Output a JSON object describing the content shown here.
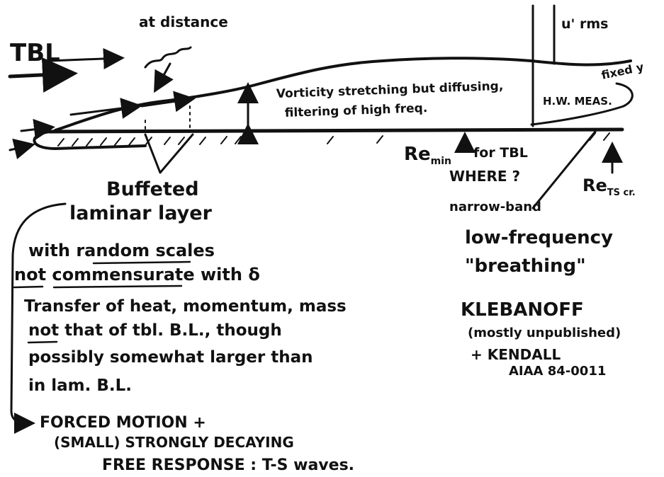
{
  "diagram": {
    "tbl_label": "TBL",
    "at_distance": "at distance",
    "u_rms": "u' rms",
    "fixed_y": "fixed y",
    "hw_meas": "H.W. MEAS.",
    "vorticity_line1": "Vorticity stretching but diffusing,",
    "vorticity_line2": "filtering of high freq.",
    "re_min": "Re",
    "re_min_sub": "min",
    "for_tbl": "for TBL",
    "where": "WHERE ?",
    "re_ts": "Re",
    "re_ts_sub": "TS cr.",
    "buffeted": "Buffeted",
    "laminar_layer": "laminar layer",
    "random_line": "with random scales",
    "not_comm_line": "not commensurate with δ",
    "transfer_lines": [
      "Transfer of heat, momentum, mass",
      "not that of tbl. B.L., though",
      "possibly somewhat larger than",
      "in lam. B.L."
    ],
    "narrow_band": "narrow-band",
    "low_freq": "low-frequency",
    "breathing": "\"breathing\"",
    "klebanoff": "KLEBANOFF",
    "mostly_unpublished": "(mostly unpublished)",
    "kendall": "+ KENDALL",
    "aiaa": "AIAA 84-0011",
    "forced_motion": "FORCED MOTION +",
    "small_decaying": "(SMALL) STRONGLY DECAYING",
    "free_response": "FREE RESPONSE : T-S waves."
  }
}
